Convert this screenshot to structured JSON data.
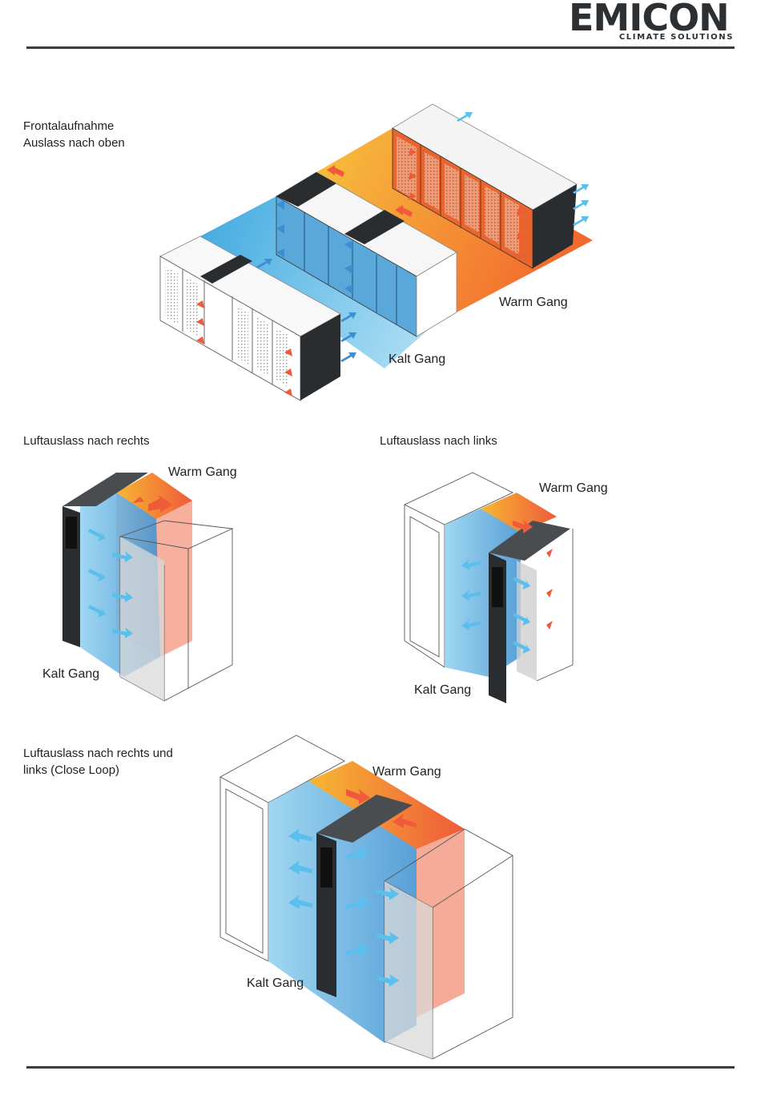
{
  "header": {
    "logo_text": "EMICON",
    "logo_tagline": "CLIMATE SOLUTIONS"
  },
  "section1": {
    "caption_line1": "Frontalaufnahme",
    "caption_line2": "Auslass nach oben",
    "warm_label": "Warm Gang",
    "cold_label": "Kalt Gang"
  },
  "section2": {
    "caption": "Luftauslass nach rechts",
    "warm_label": "Warm Gang",
    "cold_label": "Kalt Gang"
  },
  "section3": {
    "caption": "Luftauslass nach links",
    "warm_label": "Warm Gang",
    "cold_label": "Kalt Gang"
  },
  "section4": {
    "caption_line1": "Luftauslass nach rechts und",
    "caption_line2": "links (Close Loop)",
    "warm_label": "Warm Gang",
    "cold_label": "Kalt Gang"
  },
  "colors": {
    "cold": "#4fb3e6",
    "warm": "#ef5a3a",
    "warm_yellow": "#f7b733",
    "rack_dark": "#2a2d30",
    "rule": "#3a3d40"
  }
}
